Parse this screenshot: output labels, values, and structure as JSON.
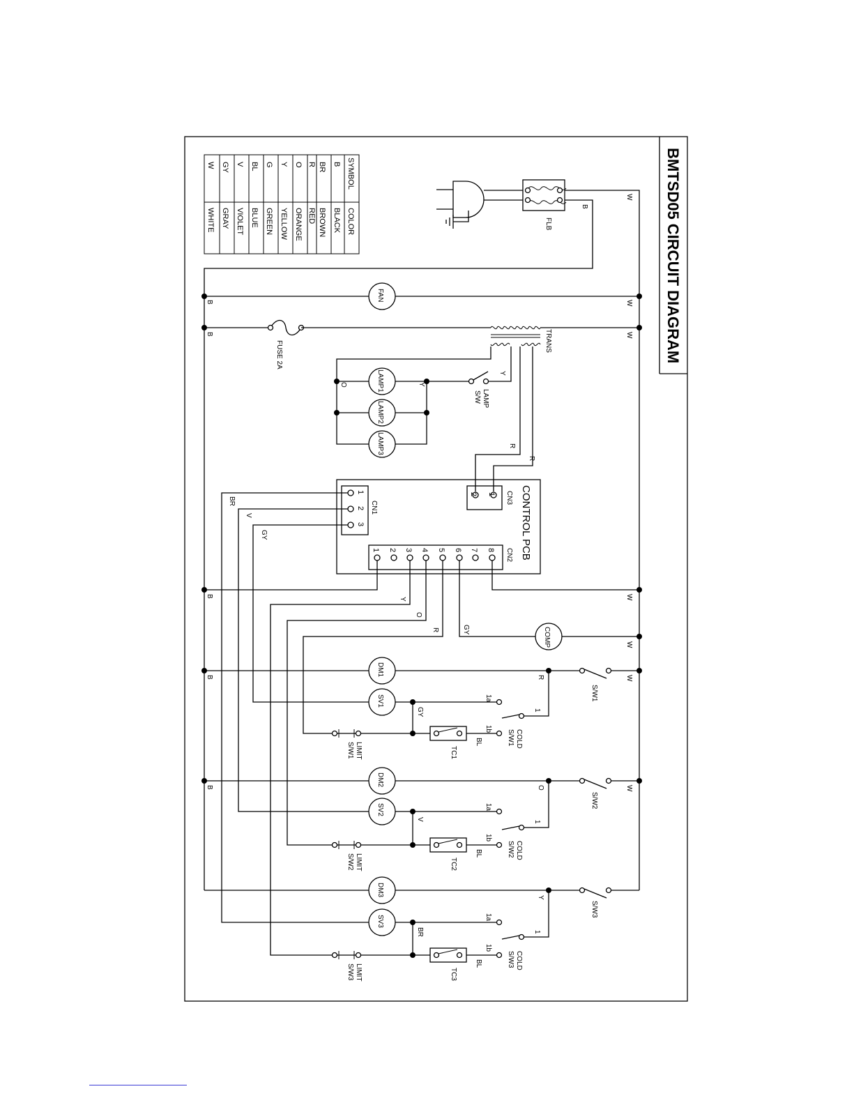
{
  "title": "BMTSD05 CIRCUIT DIAGRAM",
  "legend": {
    "header_symbol": "SYMBOL",
    "header_color": "COLOR",
    "rows": [
      {
        "symbol": "B",
        "color": "BLACK"
      },
      {
        "symbol": "BR",
        "color": "BROWN"
      },
      {
        "symbol": "R",
        "color": "RED"
      },
      {
        "symbol": "O",
        "color": "ORANGE"
      },
      {
        "symbol": "Y",
        "color": "YELLOW"
      },
      {
        "symbol": "G",
        "color": "GREEN"
      },
      {
        "symbol": "BL",
        "color": "BLUE"
      },
      {
        "symbol": "V",
        "color": "VIOLET"
      },
      {
        "symbol": "GY",
        "color": "GRAY"
      },
      {
        "symbol": "W",
        "color": "WHITE"
      }
    ]
  },
  "components": {
    "flb": "FLB",
    "fan": "FAN",
    "fuse": "FUSE 2A",
    "trans": "TRANS",
    "lamp1": "LAMP1",
    "lamp2": "LAMP2",
    "lamp3": "LAMP3",
    "lamp_sw_1": "LAMP",
    "lamp_sw_2": "S/W",
    "control_pcb": "CONTROL PCB",
    "cn1": "CN1",
    "cn2": "CN2",
    "cn3": "CN3",
    "comp": "COMP",
    "dm1": "DM1",
    "dm2": "DM2",
    "dm3": "DM3",
    "sv1": "SV1",
    "sv2": "SV2",
    "sv3": "SV3",
    "sw1": "S/W1",
    "sw2": "S/W2",
    "sw3": "S/W3",
    "tc1": "TC1",
    "tc2": "TC2",
    "tc3": "TC3",
    "cold": "COLD",
    "cold_sw1": "S/W1",
    "cold_sw2": "S/W2",
    "cold_sw3": "S/W3",
    "limit": "LIMIT",
    "limit_sw1": "S/W1",
    "limit_sw2": "S/W2",
    "limit_sw3": "S/W3",
    "contact_1": "1",
    "contact_1a": "1a",
    "contact_1b": "1b"
  },
  "pins": {
    "cn1": [
      "1",
      "2",
      "3"
    ],
    "cn2": [
      "1",
      "2",
      "3",
      "4",
      "5",
      "6",
      "7",
      "8"
    ],
    "cn3": [
      "1",
      "2"
    ]
  },
  "wire_labels": {
    "w": "W",
    "b": "B",
    "y": "Y",
    "o": "O",
    "r": "R",
    "gy": "GY",
    "v": "V",
    "br": "BR",
    "bl": "BL"
  }
}
